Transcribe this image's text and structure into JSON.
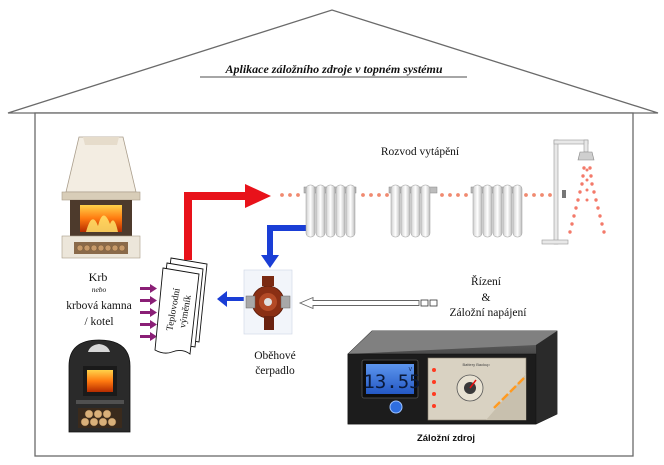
{
  "title": "Aplikace záložního zdroje v topném systému",
  "labels": {
    "krb": "Krb",
    "nebo": "nebo",
    "krbova_kamna": "krbová kamna",
    "kotel": "/ kotel",
    "rozvod": "Rozvod vytápění",
    "vymenik_line1": "Teplovodní",
    "vymenik_line2": "výměník",
    "cerpadlo_line1": "Oběhové",
    "cerpadlo_line2": "čerpadlo",
    "rizeni": "Řízení",
    "amp": "&",
    "napajeni": "Záložní napájení",
    "zdroj": "Záložní zdroj"
  },
  "device": {
    "display_value": "13.55",
    "display_unit": "V",
    "panel_header": "Battery Backup"
  },
  "colors": {
    "hot": "#e8121a",
    "cold": "#1a3ed6",
    "dots": "#f08a70",
    "lcd": "#2f6fd8",
    "device_body": "#3a3a3a"
  }
}
